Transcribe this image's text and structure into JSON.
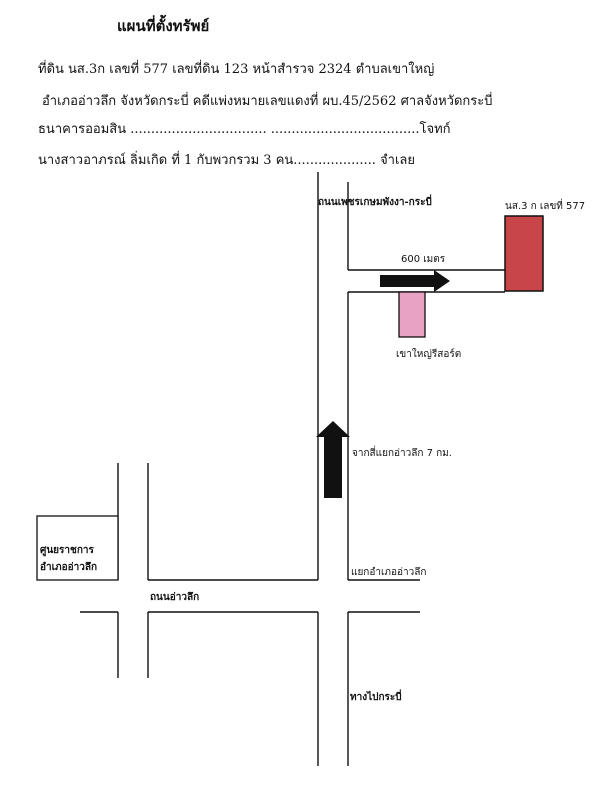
{
  "header": {
    "title": "แผนที่ตั้งทรัพย์",
    "line1": "ที่ดิน นส.3ก เลขที่  577   เลขที่ดิน 123  หน้าสำรวจ 2324  ตำบลเขาใหญ่",
    "line2": "อำเภออ่าวลึก จังหวัดกระบี่     คดีแพ่งหมายเลขแดงที่ ผบ.45/2562  ศาลจังหวัดกระบี่",
    "line3": "ธนาคารออมสิน .................................  ....................................โจทก์",
    "line4": "นางสาวอาภรณ์  ลิ่มเกิด    ที่ 1 กับพวกรวม 3 คน.................... จำเลย"
  },
  "map": {
    "road_phetkasem": "ถนนเพชรเกษมพังงา-กระบี่",
    "plot_label": "นส.3 ก เลขที่ 577",
    "distance_label": "600 เมตร",
    "resort_label": "เขาใหญ่รีสอร์ต",
    "from_junction_label": "จากสี่แยกอ่าวลึก 7 กม.",
    "district_office_label_1": "ศูนยราชการ",
    "district_office_label_2": "อำเภออ่าวลึก",
    "junction_label": "แยกอำเภออ่าวลึก",
    "road_aolueak": "ถนนอ่าวลึก",
    "to_krabi_label": "ทางไปกระบี่",
    "colors": {
      "plot": "#c8464a",
      "resort": "#e8a3c4",
      "ink": "#111111"
    }
  }
}
